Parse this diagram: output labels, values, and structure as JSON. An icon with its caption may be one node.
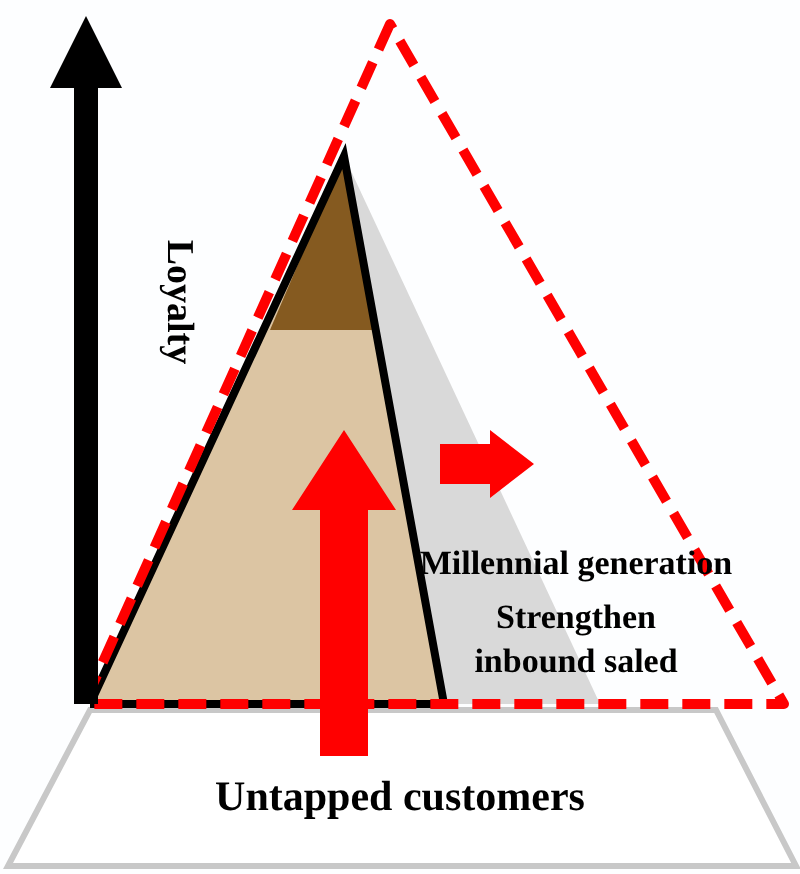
{
  "diagram": {
    "labels": [
      "Loyalty",
      "Millennial generation",
      "Strengthen inbound saled",
      "Untapped customers"
    ]
  }
}
